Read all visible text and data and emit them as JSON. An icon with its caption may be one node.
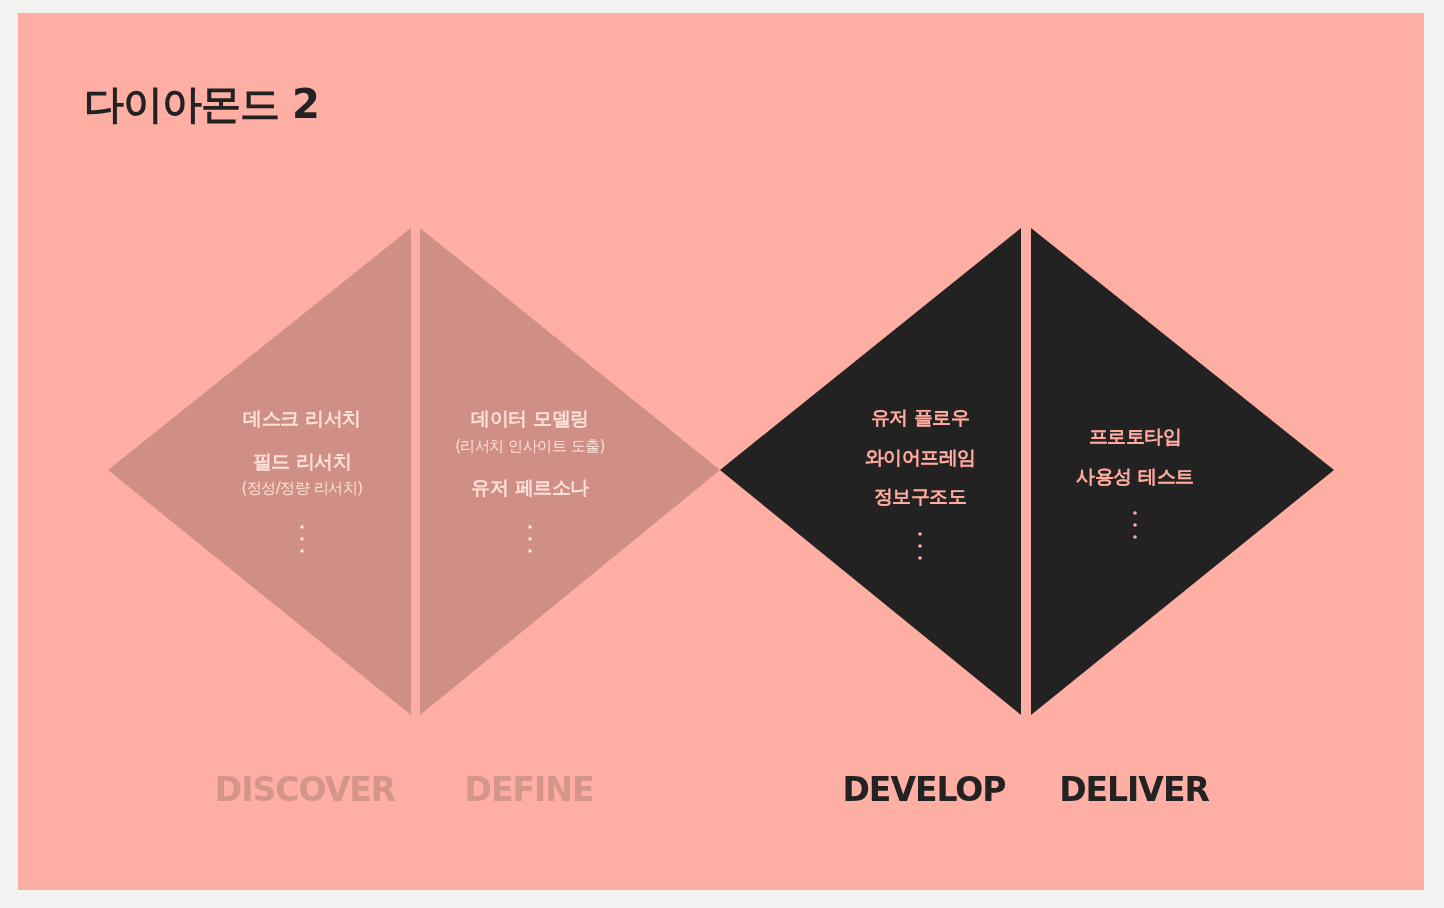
{
  "diagram": {
    "title": "다이아몬드 2",
    "nodes": [
      {
        "text": [
          "데스크 리서치",
          "필드 리서치",
          "(정성/정량 리서치)"
        ],
        "beside": [
          "DISCOVER"
        ]
      },
      {
        "text": [
          "데이터 모델링",
          "(리서치 인사이트 도출)",
          "유저 페르소나"
        ],
        "beside": [
          "DEFINE"
        ]
      },
      {
        "text": [
          "유저 플로우",
          "와이어프레임",
          "정보구조도"
        ],
        "beside": [
          "DEVELOP"
        ]
      },
      {
        "text": [
          "프로토타입",
          "사용성 테스트"
        ],
        "beside": [
          "DELIVER"
        ]
      }
    ],
    "edges": []
  }
}
